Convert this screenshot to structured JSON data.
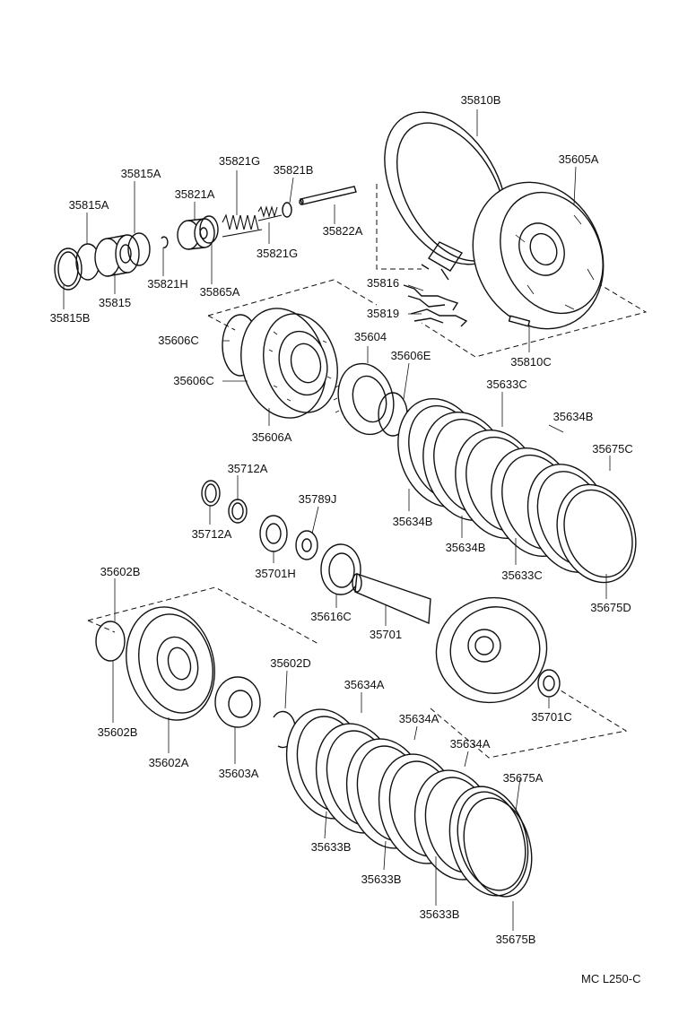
{
  "labels": {
    "p35810B": "35810B",
    "p35605A": "35605A",
    "p35815A_1": "35815A",
    "p35815A_2": "35815A",
    "p35821G_1": "35821G",
    "p35821B": "35821B",
    "p35821A": "35821A",
    "p35822A": "35822A",
    "p35821G_2": "35821G",
    "p35821H": "35821H",
    "p35865A": "35865A",
    "p35815": "35815",
    "p35815B": "35815B",
    "p35816": "35816",
    "p35819": "35819",
    "p35810C": "35810C",
    "p35606C_1": "35606C",
    "p35604": "35604",
    "p35606E": "35606E",
    "p35606C_2": "35606C",
    "p35606A": "35606A",
    "p35633C_1": "35633C",
    "p35634B_1": "35634B",
    "p35675C": "35675C",
    "p35634B_2": "35634B",
    "p35634B_3": "35634B",
    "p35633C_2": "35633C",
    "p35675D": "35675D",
    "p35712A_1": "35712A",
    "p35712A_2": "35712A",
    "p35789J": "35789J",
    "p35701H": "35701H",
    "p35616C": "35616C",
    "p35701": "35701",
    "p35602B_1": "35602B",
    "p35602B_2": "35602B",
    "p35602A": "35602A",
    "p35603A": "35603A",
    "p35602D": "35602D",
    "p35634A_1": "35634A",
    "p35634A_2": "35634A",
    "p35634A_3": "35634A",
    "p35701C": "35701C",
    "p35675A": "35675A",
    "p35633B_1": "35633B",
    "p35633B_2": "35633B",
    "p35633B_3": "35633B",
    "p35675B": "35675B"
  },
  "footer": {
    "code": "MC  L250-C"
  }
}
